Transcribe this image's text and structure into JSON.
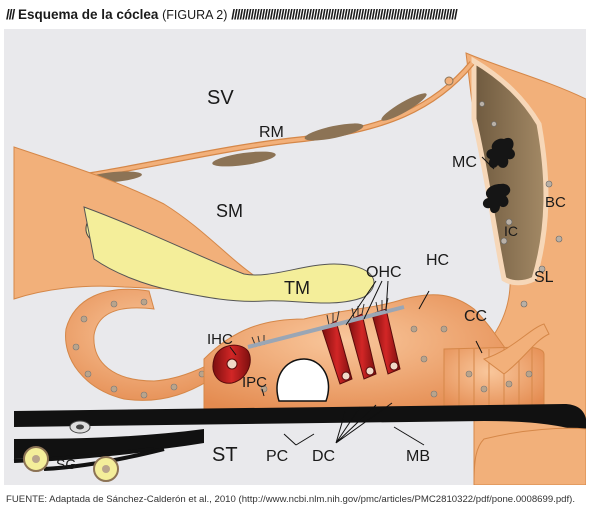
{
  "header": {
    "prefix": "///",
    "title": "Esquema de la cóclea",
    "figure": "(FIGURA 2)",
    "suffix": "//////////////////////////////////////////////////////////////////////////////////"
  },
  "labels": {
    "sv": "SV",
    "rm": "RM",
    "sm": "SM",
    "mc": "MC",
    "bc": "BC",
    "ic": "IC",
    "hc": "HC",
    "ohc": "OHC",
    "tm": "TM",
    "sl": "SL",
    "cc": "CC",
    "ihc": "IHC",
    "ipc": "IPC",
    "st": "ST",
    "pc": "PC",
    "dc": "DC",
    "mb": "MB",
    "sg": "SG"
  },
  "footer": {
    "text": "FUENTE: Adaptada de Sánchez-Calderón et al., 2010  (http://www.ncbi.nlm.nih.gov/pmc/articles/PMC2810322/pdf/pone.0008699.pdf)."
  },
  "colors": {
    "background": "#e9e9ec",
    "tissue": "#f2b07a",
    "tissue_dark": "#e08a4f",
    "cell_nucleus": "#b9a48c",
    "hair_cell_red": "#b81f1f",
    "tectorial": "#f4ee9a",
    "stria": "#8c7355",
    "membrane_black": "#111111"
  }
}
